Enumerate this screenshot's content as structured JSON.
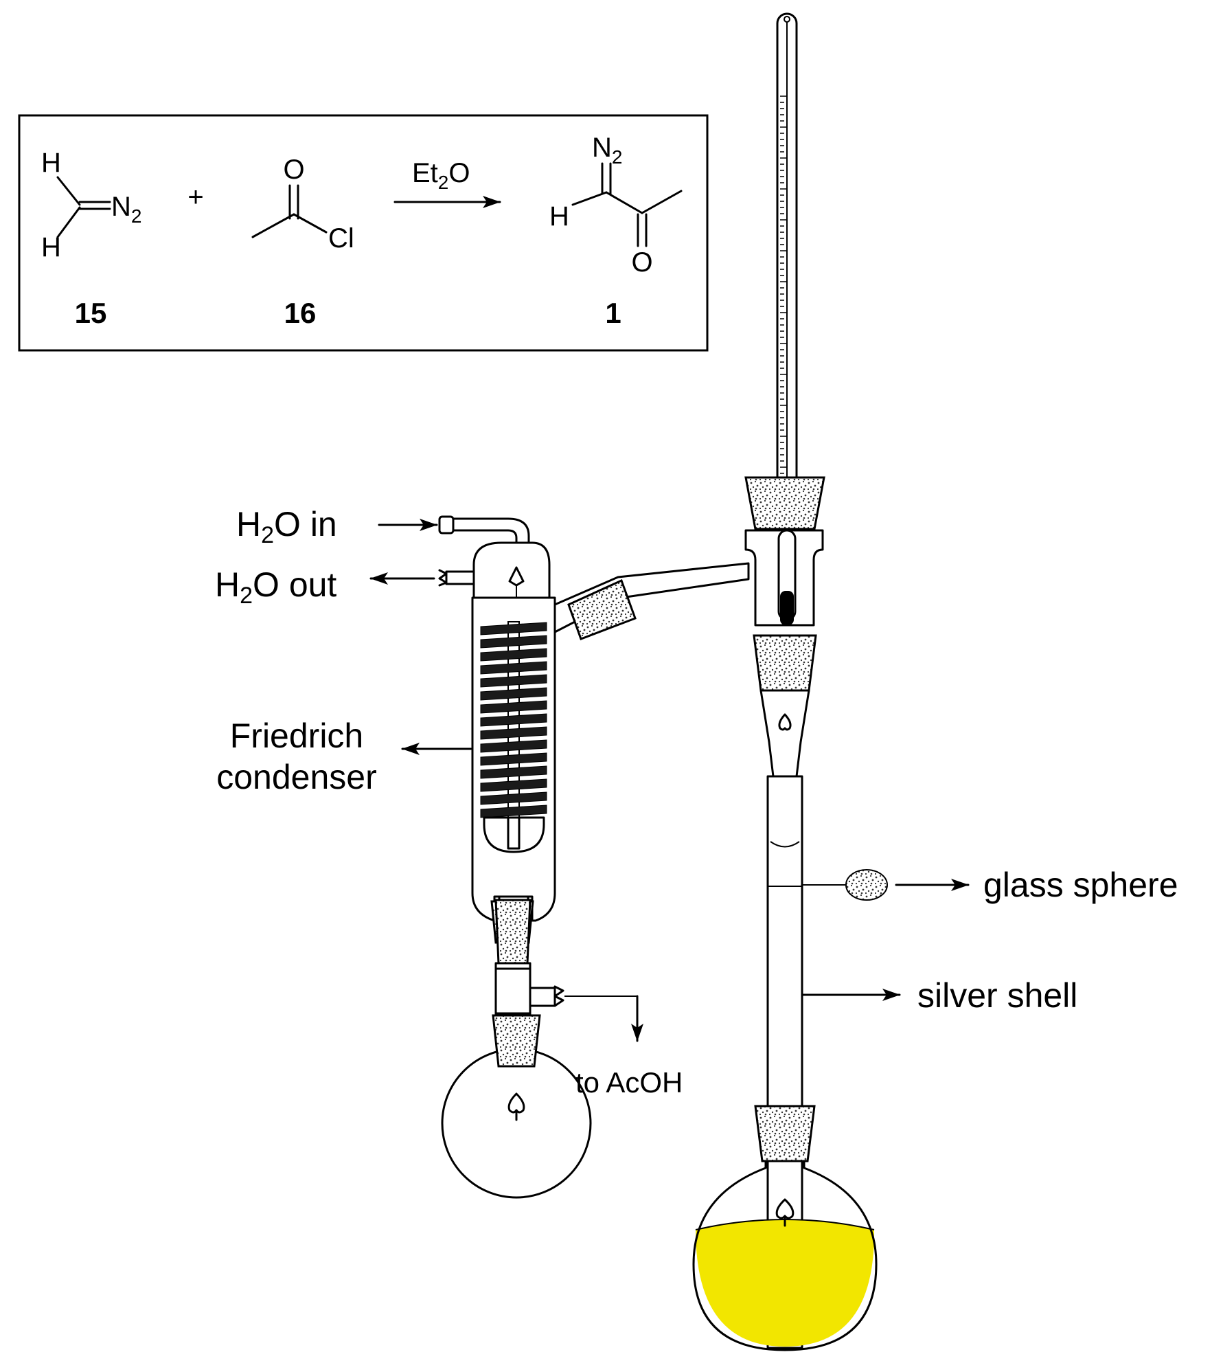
{
  "scheme": {
    "reagent_15": {
      "h_top": "H",
      "h_bottom": "H",
      "n2_base": "N",
      "n2_sub": "2",
      "number": "15"
    },
    "plus": "+",
    "reagent_16": {
      "oxygen": "O",
      "chlorine": "Cl",
      "number": "16"
    },
    "solvent": {
      "base_left": "Et",
      "sub": "2",
      "base_right": "O"
    },
    "product_1": {
      "n2_base": "N",
      "n2_sub": "2",
      "hydrogen": "H",
      "oxygen": "O",
      "number": "1"
    }
  },
  "labels": {
    "h2o_in": {
      "pre": "H",
      "sub": "2",
      "post": "O in"
    },
    "h2o_out": {
      "pre": "H",
      "sub": "2",
      "post": "O out"
    },
    "condenser_line1": "Friedrich",
    "condenser_line2": "condenser",
    "glass_sphere": "glass sphere",
    "silver_shell": "silver shell",
    "to_acoh": "to AcOH"
  },
  "colors": {
    "liquid": "#f2e600",
    "line": "#000000",
    "background": "#ffffff"
  }
}
